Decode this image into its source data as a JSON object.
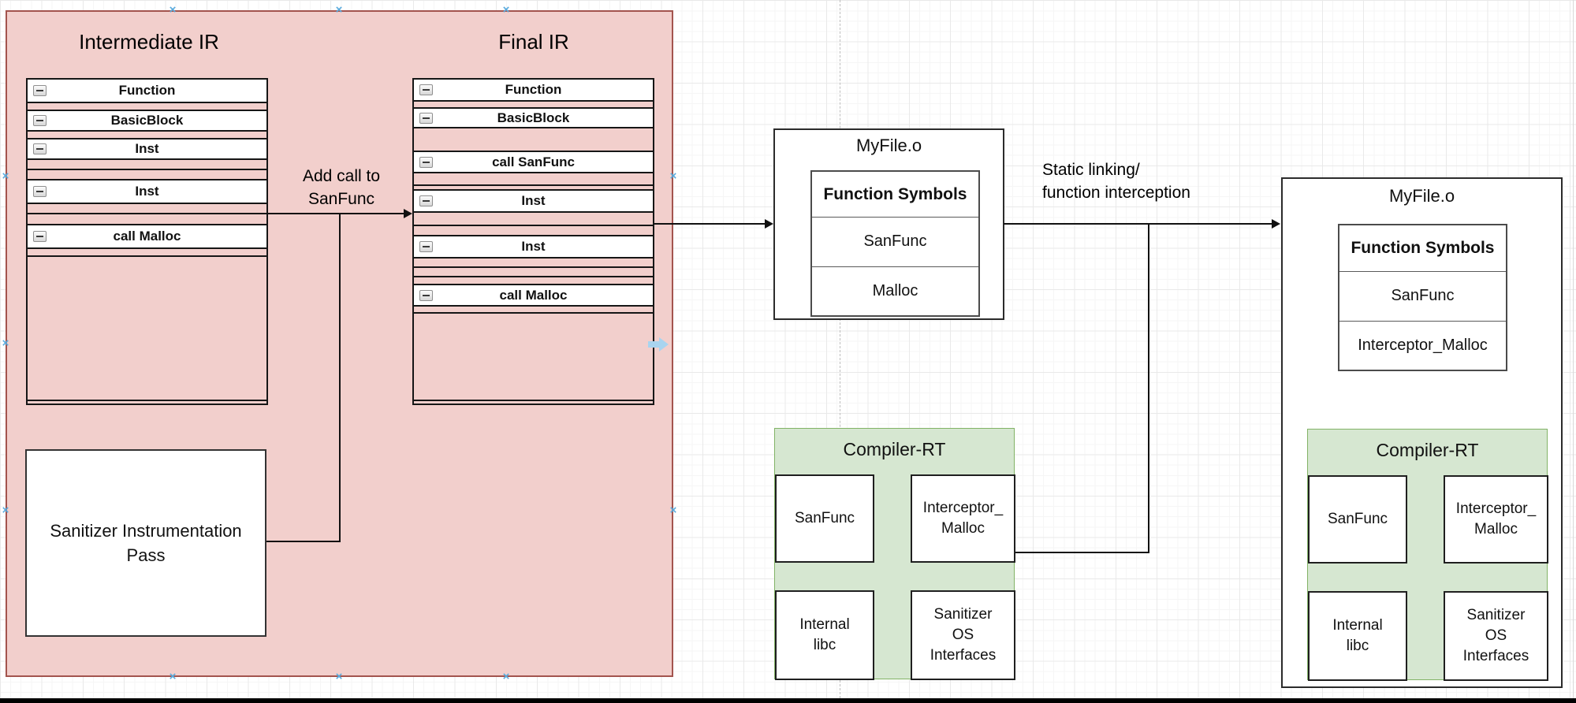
{
  "colors": {
    "pink_fill": "#f2cfcc",
    "pink_border": "#a3544e",
    "green_fill": "#d6e7d1",
    "green_border": "#82b366",
    "selection_blue": "#58aadd"
  },
  "pink_panel": {
    "left_title": "Intermediate IR",
    "right_title": "Final IR",
    "intermediate_rows": [
      "Function",
      "BasicBlock",
      "Inst",
      "Inst",
      "call Malloc"
    ],
    "final_rows": [
      "Function",
      "BasicBlock",
      "call SanFunc",
      "Inst",
      "Inst",
      "call Malloc"
    ],
    "pass_box_lines": [
      "Sanitizer Instrumentation",
      "Pass"
    ]
  },
  "edge_labels": {
    "add_call_lines": [
      "Add call to",
      "SanFunc"
    ],
    "static_link_lines": [
      "Static linking/",
      "function interception"
    ]
  },
  "myfile_mid": {
    "title": "MyFile.o",
    "symbols_header": "Function Symbols",
    "symbols": [
      "SanFunc",
      "Malloc"
    ]
  },
  "myfile_right": {
    "title": "MyFile.o",
    "symbols_header": "Function Symbols",
    "symbols": [
      "SanFunc",
      "Interceptor_Malloc"
    ]
  },
  "compiler_rt": {
    "title": "Compiler-RT",
    "cells": [
      [
        "SanFunc"
      ],
      [
        "Interceptor_",
        "Malloc"
      ],
      [
        "Internal",
        "libc"
      ],
      [
        "Sanitizer",
        "OS",
        "Interfaces"
      ]
    ]
  },
  "icons": {
    "connection_point_glyph": "×"
  }
}
